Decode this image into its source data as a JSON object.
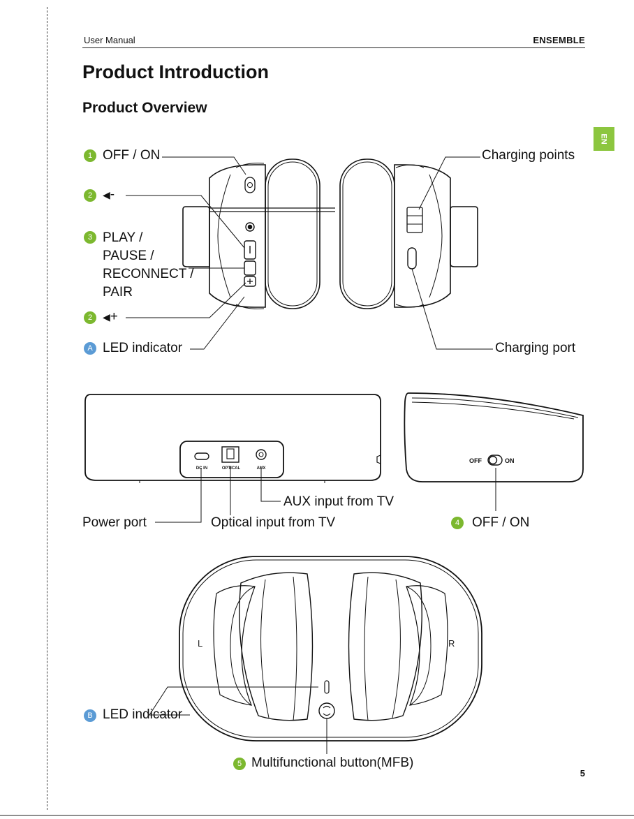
{
  "header": {
    "left": "User Manual",
    "right": "ENSEMBLE"
  },
  "title": "Product Introduction",
  "subtitle": "Product Overview",
  "lang_tab": "EN",
  "headphones": {
    "off_on": {
      "badge": "1",
      "label": "OFF / ON"
    },
    "vol_down": {
      "badge": "2",
      "label": "-"
    },
    "play_pause": {
      "badge": "3",
      "lines": [
        "PLAY /",
        "PAUSE /",
        "RECONNECT /",
        "PAIR"
      ]
    },
    "vol_up": {
      "badge": "2",
      "label": "+"
    },
    "led": {
      "badge": "A",
      "label": "LED indicator"
    },
    "charging_points": "Charging points",
    "charging_port": "Charging port",
    "switch_text": "OFF/ON"
  },
  "base_back": {
    "ports": [
      "DC IN",
      "OPTICAL",
      "AUX"
    ],
    "aux_label": "AUX input from TV",
    "power_label": "Power port",
    "optical_label": "Optical input from TV"
  },
  "base_side": {
    "switch_off": "OFF",
    "switch_on": "ON",
    "badge": "4",
    "label": "OFF / ON"
  },
  "dock": {
    "left": "L",
    "right": "R",
    "led": {
      "badge": "B",
      "label": "LED indicator"
    },
    "mfb": {
      "badge": "5",
      "label": "Multifunctional button(MFB)"
    }
  },
  "page_number": "5",
  "colors": {
    "badge_green": "#7cb82f",
    "badge_blue": "#5b9bd5",
    "tab_green": "#8cc63f"
  }
}
